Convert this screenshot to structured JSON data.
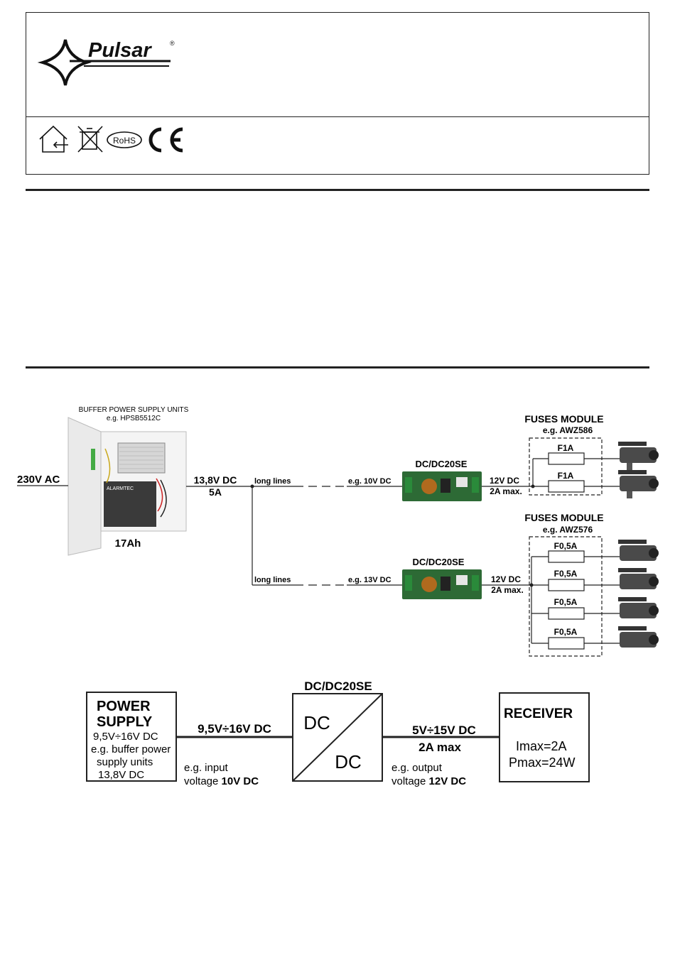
{
  "header": {
    "brand": "Pulsar",
    "registered_mark": "®",
    "icons": [
      "indoor-use-icon",
      "weee-bin-icon",
      "rohs-icon",
      "ce-mark-icon"
    ],
    "rohs_label": "RoHS",
    "ce_label": "CE"
  },
  "diagram1": {
    "psu_title": "BUFFER POWER SUPPLY UNITS",
    "psu_example": "e.g. HPSB5512C",
    "battery_brand": "ALARMTEC",
    "battery_capacity": "17Ah",
    "input": "230V AC",
    "output_voltage": "13,8V DC",
    "output_current": "5A",
    "line_label": "long lines",
    "branch_top": {
      "input_label": "e.g. 10V DC",
      "converter": "DC/DC20SE",
      "output_voltage": "12V DC",
      "output_current": "2A max.",
      "module_title": "FUSES MODULE",
      "module_example": "e.g. AWZ586",
      "fuses": [
        "F1A",
        "F1A"
      ]
    },
    "branch_bottom": {
      "input_label": "e.g. 13V DC",
      "converter": "DC/DC20SE",
      "output_voltage": "12V DC",
      "output_current": "2A max.",
      "module_title": "FUSES MODULE",
      "module_example": "e.g. AWZ576",
      "fuses": [
        "F0,5A",
        "F0,5A",
        "F0,5A",
        "F0,5A"
      ]
    }
  },
  "diagram2": {
    "power_supply_title_1": "POWER",
    "power_supply_title_2": "SUPPLY",
    "power_supply_lines": [
      "9,5V÷16V DC",
      "e.g. buffer power",
      "supply units",
      "13,8V DC"
    ],
    "input_range": "9,5V÷16V DC",
    "input_note_1": "e.g. input",
    "input_note_2_prefix": "voltage ",
    "input_note_2_value": "10V DC",
    "converter_title": "DC/DC20SE",
    "converter_top": "DC",
    "converter_bottom": "DC",
    "output_range": "5V÷15V DC",
    "output_max": "2A max",
    "output_note_1": "e.g. output",
    "output_note_2_prefix": "voltage ",
    "output_note_2_value": "12V DC",
    "receiver_title": "RECEIVER",
    "receiver_imax": "Imax=2A",
    "receiver_pmax": "Pmax=24W"
  }
}
